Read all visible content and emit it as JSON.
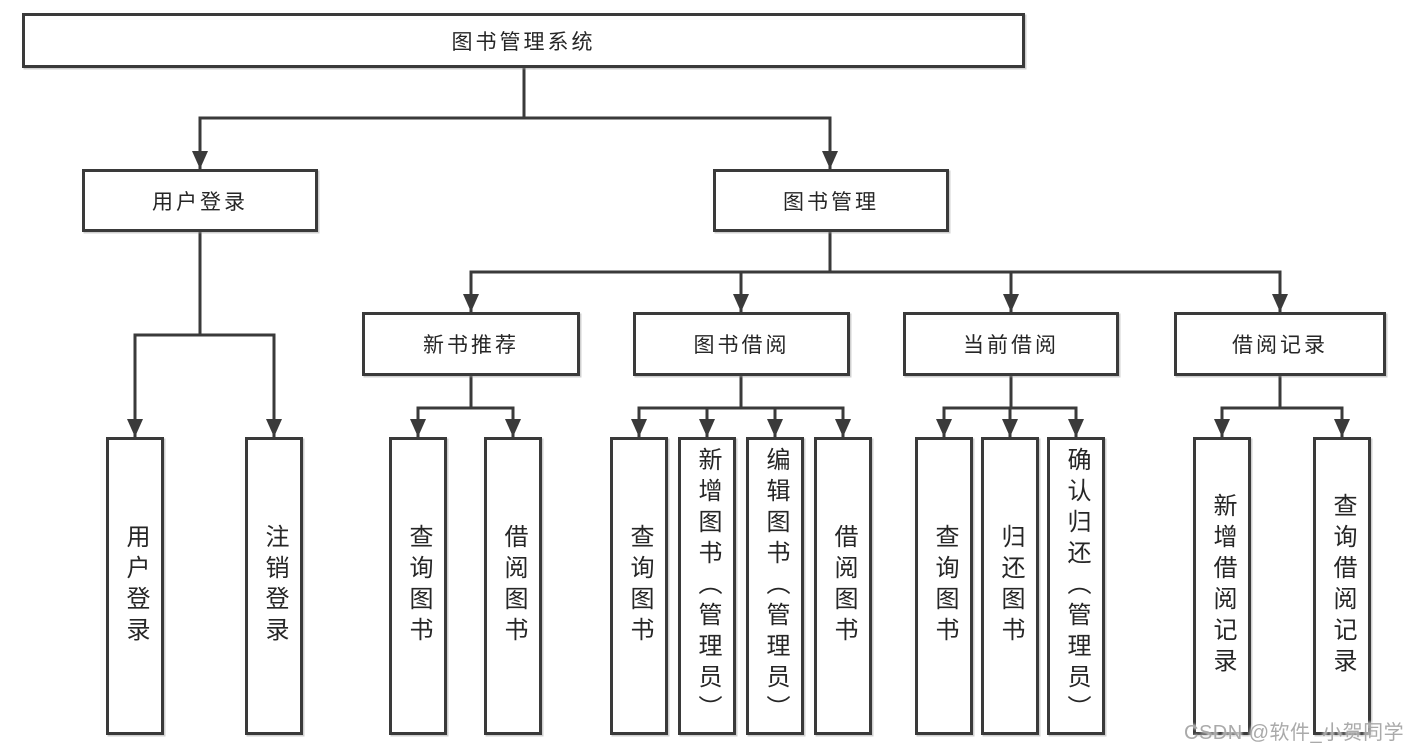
{
  "diagram": {
    "root": {
      "label": "图书管理系统"
    },
    "branches": [
      {
        "label": "用户登录",
        "children": [
          {
            "label": "用户登录"
          },
          {
            "label": "注销登录"
          }
        ]
      },
      {
        "label": "图书管理",
        "children": [
          {
            "label": "新书推荐",
            "children": [
              {
                "label": "查询图书"
              },
              {
                "label": "借阅图书"
              }
            ]
          },
          {
            "label": "图书借阅",
            "children": [
              {
                "label": "查询图书"
              },
              {
                "label": "新增图书（管理员）"
              },
              {
                "label": "编辑图书（管理员）"
              },
              {
                "label": "借阅图书"
              }
            ]
          },
          {
            "label": "当前借阅",
            "children": [
              {
                "label": "查询图书"
              },
              {
                "label": "归还图书"
              },
              {
                "label": "确认归还（管理员）"
              }
            ]
          },
          {
            "label": "借阅记录",
            "children": [
              {
                "label": "新增借阅记录"
              },
              {
                "label": "查询借阅记录"
              }
            ]
          }
        ]
      }
    ]
  },
  "watermark": {
    "text": "CSDN @软件_小贺同学"
  },
  "colors": {
    "line": "#3a3a3a",
    "text": "#262626",
    "watermark": "#a5a5a5",
    "background": "#ffffff"
  }
}
